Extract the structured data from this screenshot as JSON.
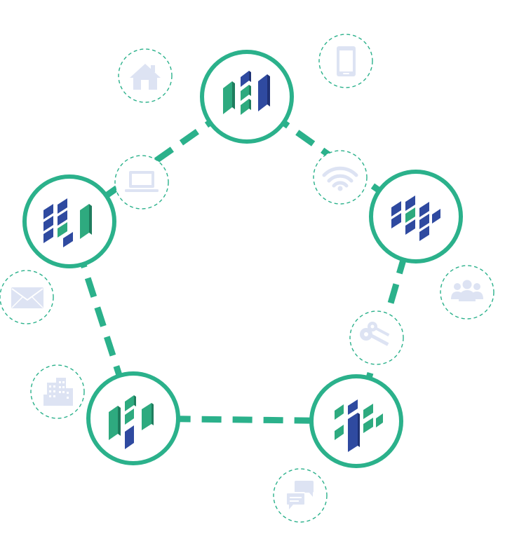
{
  "diagram": {
    "colors": {
      "ring": "#2bb18b",
      "node_border": "#2bb18b",
      "node_fill": "#ffffff",
      "tile_green": "#2eaa7f",
      "tile_green_dark": "#1f7d5e",
      "tile_blue": "#2f4aa0",
      "tile_blue_dark": "#1f3275",
      "satellite_border": "#2bb18b",
      "satellite_icon": "#dde3f3",
      "satellite_icon_stroke": "#c9d2ec"
    },
    "nodes": [
      {
        "id": "node-top",
        "logo_variant": "a"
      },
      {
        "id": "node-left",
        "logo_variant": "b"
      },
      {
        "id": "node-right",
        "logo_variant": "c"
      },
      {
        "id": "node-bottom-left",
        "logo_variant": "d"
      },
      {
        "id": "node-bottom-right",
        "logo_variant": "e"
      }
    ],
    "satellites": [
      {
        "id": "sat-house",
        "icon": "house-icon"
      },
      {
        "id": "sat-phone",
        "icon": "phone-icon"
      },
      {
        "id": "sat-laptop",
        "icon": "laptop-icon"
      },
      {
        "id": "sat-wifi",
        "icon": "wifi-icon"
      },
      {
        "id": "sat-mail",
        "icon": "mail-icon"
      },
      {
        "id": "sat-users",
        "icon": "users-icon"
      },
      {
        "id": "sat-keys",
        "icon": "keys-icon"
      },
      {
        "id": "sat-building",
        "icon": "building-icon"
      },
      {
        "id": "sat-chat",
        "icon": "chat-icon"
      }
    ]
  }
}
